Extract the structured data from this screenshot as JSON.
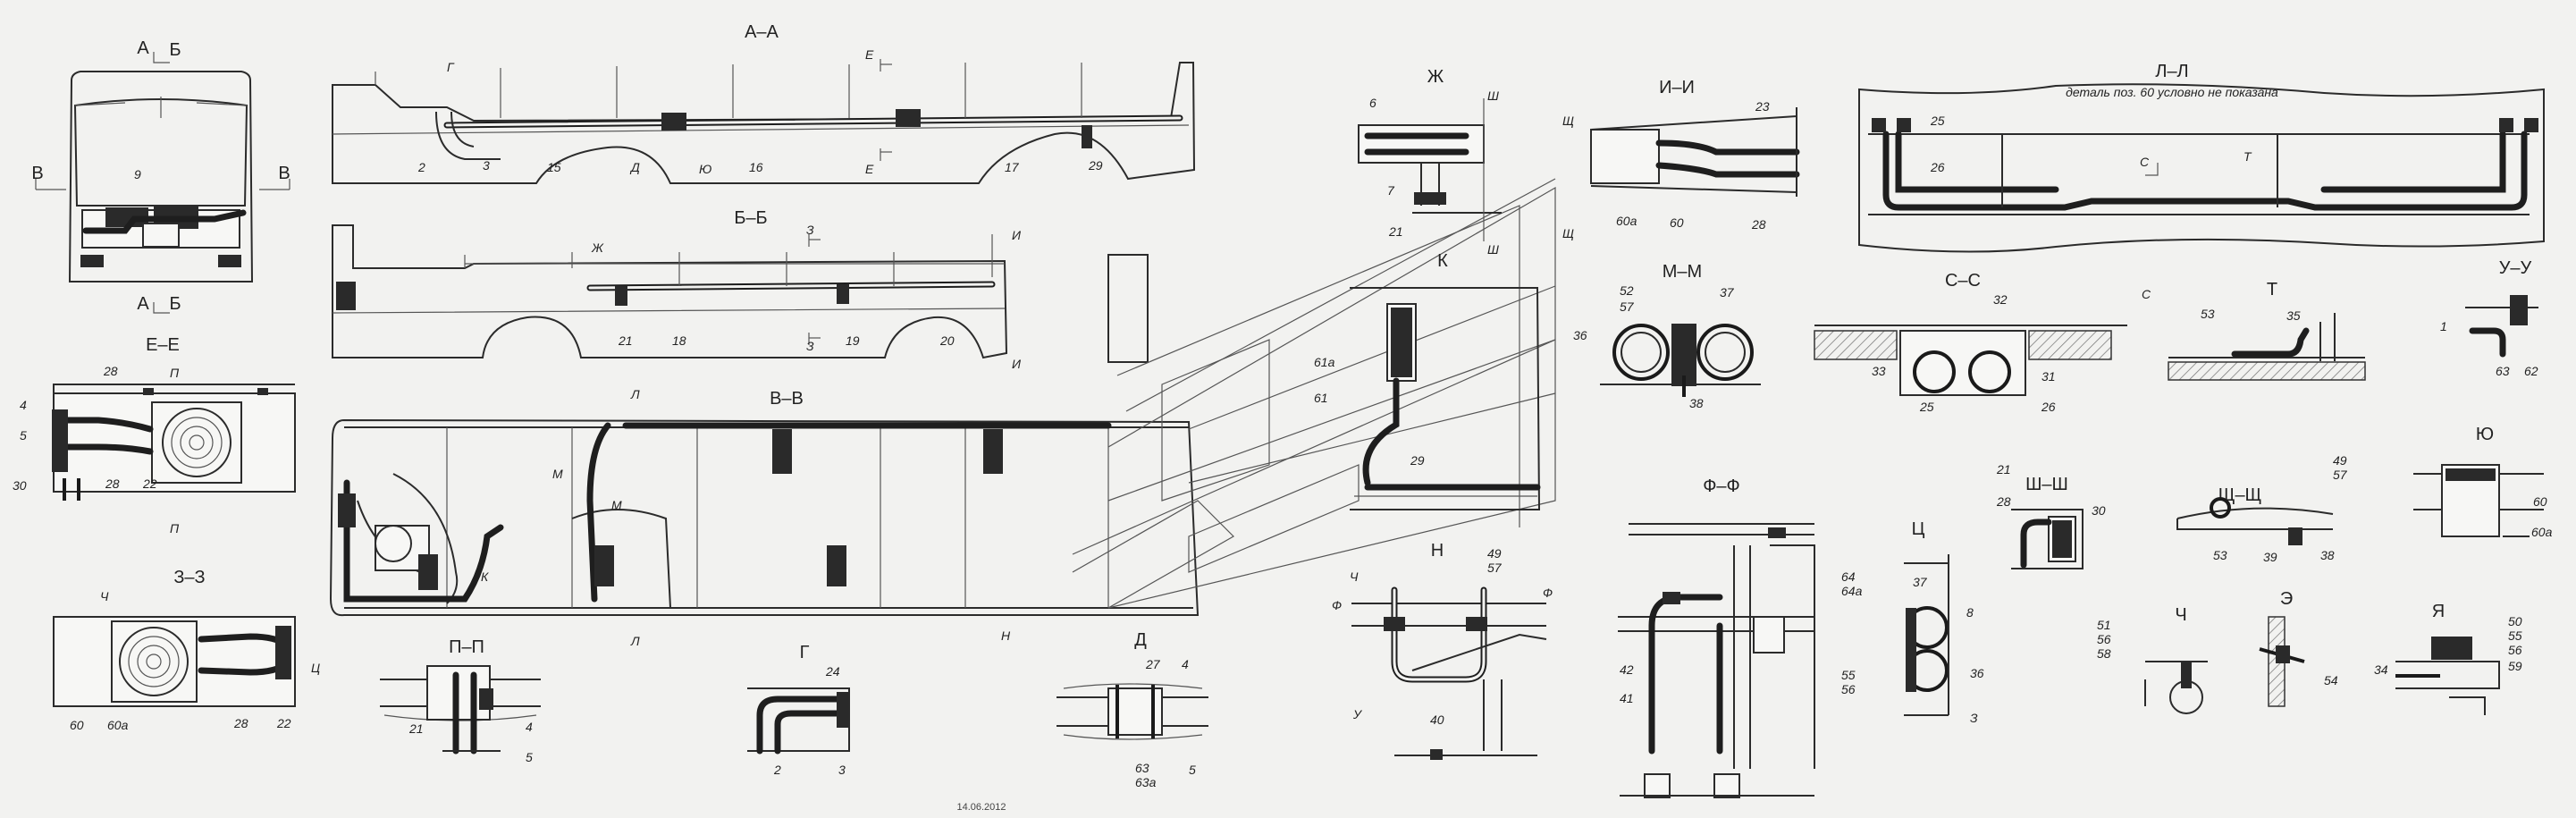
{
  "sheet": {
    "date": "14.06.2012",
    "note": "деталь поз. 60 условно не показана"
  },
  "views": [
    {
      "id": "aa",
      "title": "А–А"
    },
    {
      "id": "bb",
      "title": "Б–Б"
    },
    {
      "id": "vv",
      "title": "В–В"
    },
    {
      "id": "ee",
      "title": "Е–Е"
    },
    {
      "id": "zz",
      "title": "З–З"
    },
    {
      "id": "pp",
      "title": "П–П"
    },
    {
      "id": "g",
      "title": "Г"
    },
    {
      "id": "d",
      "title": "Д"
    },
    {
      "id": "zh",
      "title": "Ж"
    },
    {
      "id": "k",
      "title": "К"
    },
    {
      "id": "ii",
      "title": "И–И"
    },
    {
      "id": "mm",
      "title": "М–М"
    },
    {
      "id": "n",
      "title": "Н"
    },
    {
      "id": "ff",
      "title": "Ф–Ф"
    },
    {
      "id": "ll",
      "title": "Л–Л"
    },
    {
      "id": "ss",
      "title": "С–С"
    },
    {
      "id": "t",
      "title": "Т"
    },
    {
      "id": "uu",
      "title": "У–У"
    },
    {
      "id": "shsh",
      "title": "Ш–Ш"
    },
    {
      "id": "shchshch",
      "title": "Щ–Щ"
    },
    {
      "id": "yu",
      "title": "Ю"
    },
    {
      "id": "ts",
      "title": "Ц"
    },
    {
      "id": "ch",
      "title": "Ч"
    },
    {
      "id": "e",
      "title": "Э"
    },
    {
      "id": "ya",
      "title": "Я"
    }
  ],
  "section_marks": [
    "А",
    "Б",
    "В",
    "Г",
    "Е",
    "З",
    "Ж",
    "И",
    "Л",
    "М",
    "К",
    "Ш",
    "Щ",
    "С",
    "Т",
    "Ф",
    "У",
    "Н",
    "П",
    "Ч",
    "Ю",
    "Ц",
    "Д",
    "Э",
    "Я"
  ],
  "callouts": {
    "aa": [
      "2",
      "3",
      "15",
      "16",
      "17",
      "29",
      "Д",
      "Ю"
    ],
    "bb": [
      "21",
      "18",
      "19",
      "20"
    ],
    "ee": [
      "28",
      "4",
      "5",
      "30",
      "28",
      "22"
    ],
    "zz": [
      "60",
      "60а",
      "28",
      "22"
    ],
    "pp": [
      "21",
      "4",
      "5"
    ],
    "g": [
      "24",
      "2",
      "3"
    ],
    "d": [
      "27",
      "4",
      "63",
      "63а",
      "5"
    ],
    "zh": [
      "6",
      "7",
      "21"
    ],
    "k": [
      "61а",
      "61",
      "29"
    ],
    "ii": [
      "23",
      "60а",
      "60",
      "28"
    ],
    "mm": [
      "52",
      "57",
      "37",
      "36",
      "38"
    ],
    "n": [
      "49",
      "57",
      "40"
    ],
    "ff": [
      "42",
      "41"
    ],
    "ll": [
      "25",
      "26"
    ],
    "ss": [
      "32",
      "33",
      "25",
      "31",
      "26"
    ],
    "t": [
      "53",
      "35"
    ],
    "uu": [
      "1",
      "63",
      "62"
    ],
    "shsh": [
      "21",
      "28",
      "30"
    ],
    "shchshch": [
      "49",
      "57",
      "53",
      "39",
      "38"
    ],
    "yu": [
      "60",
      "60а"
    ],
    "ts": [
      "64",
      "64а",
      "37",
      "8",
      "55",
      "56",
      "36"
    ],
    "ch": [
      "51",
      "56",
      "58"
    ],
    "e": [
      "54"
    ],
    "ya": [
      "50",
      "55",
      "56",
      "59",
      "34"
    ],
    "front": [
      "9"
    ]
  }
}
